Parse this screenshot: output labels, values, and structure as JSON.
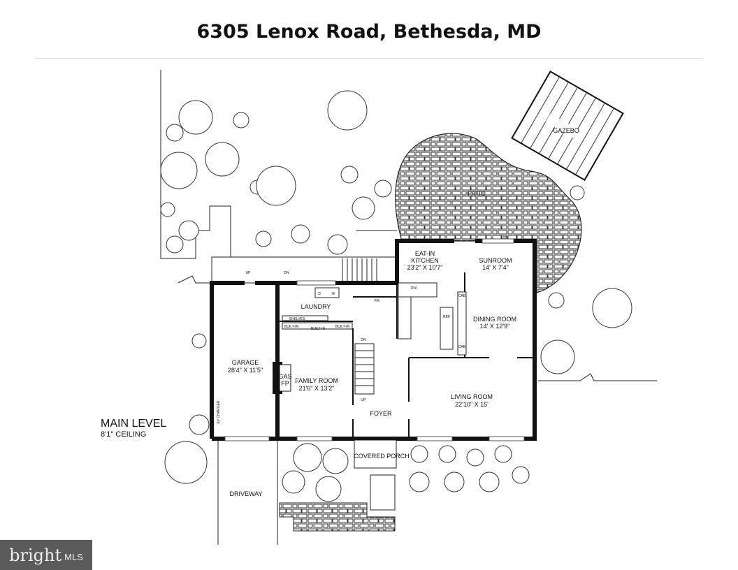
{
  "title": "6305 Lenox Road, Bethesda, MD",
  "level": {
    "name": "MAIN LEVEL",
    "ceiling": "8'1\" CEILING"
  },
  "rooms": {
    "kitchen": {
      "name": "EAT-IN",
      "name2": "KITCHEN",
      "dims": "23'2\" X 10'7\""
    },
    "sunroom": {
      "name": "SUNROOM",
      "dims": "14' X 7'4\""
    },
    "dining": {
      "name": "DINING ROOM",
      "dims": "14' X 12'9\""
    },
    "living": {
      "name": "LIVING ROOM",
      "dims": "22'10\" X 15'"
    },
    "family": {
      "name": "FAMILY ROOM",
      "dims": "21'6\" X 13'2\""
    },
    "garage": {
      "name": "GARAGE",
      "dims": "28'4\" X 11'5\""
    },
    "laundry": "LAUNDRY",
    "foyer": "FOYER",
    "porch": "COVERED PORCH",
    "patio": "PATIO",
    "gazebo": "GAZEBO",
    "driveway": "DRIVEWAY",
    "pr": "P.R."
  },
  "fixtures": {
    "gas": "GAS",
    "fp": "FP",
    "shelves": "SHELVES",
    "builtin": "BUILT-IN",
    "cab": "CAB",
    "ref": "REF",
    "dw": "DW",
    "d": "D",
    "w": "W",
    "up": "UP",
    "dn": "DN",
    "ev": "EV CHARGER"
  },
  "logo": {
    "brand": "bright",
    "suffix": "MLS"
  }
}
